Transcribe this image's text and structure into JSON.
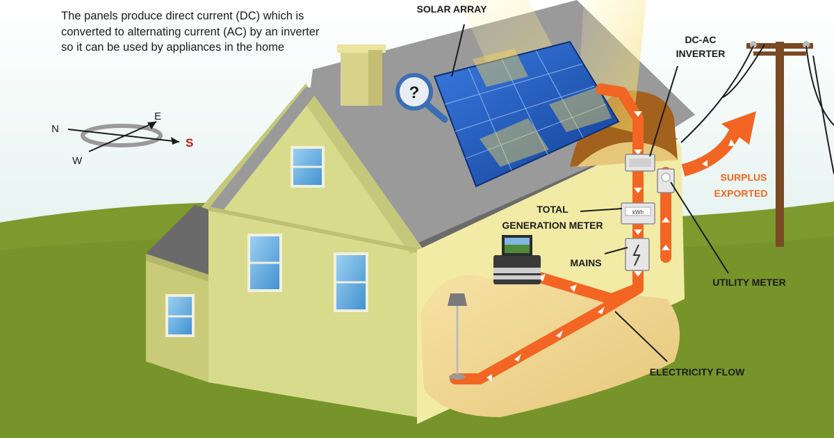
{
  "intro_text": "The panels produce direct current (DC) which is converted to alternating current (AC) by an inverter so it can be used by appliances in the home",
  "labels": {
    "solar_array": "SOLAR ARRAY",
    "inverter_line1": "DC-AC",
    "inverter_line2": "INVERTER",
    "total_line1": "TOTAL",
    "total_line2": "GENERATION METER",
    "mains": "MAINS",
    "utility_meter": "UTILITY METER",
    "surplus_line1": "SURPLUS",
    "surplus_line2": "EXPORTED",
    "electricity_flow": "ELECTRICITY FLOW",
    "kwh": "kWh"
  },
  "compass": {
    "north": "N",
    "east": "E",
    "west": "W",
    "south": "S"
  },
  "magnifier_symbol": "?",
  "colors": {
    "sky": "#dcefe9",
    "ground": "#7c9a2e",
    "house_wall": "#d9db8c",
    "roof": "#9a9a9a",
    "panel": "#1f56b0",
    "flow": "#f26522",
    "south": "#cc1111"
  }
}
